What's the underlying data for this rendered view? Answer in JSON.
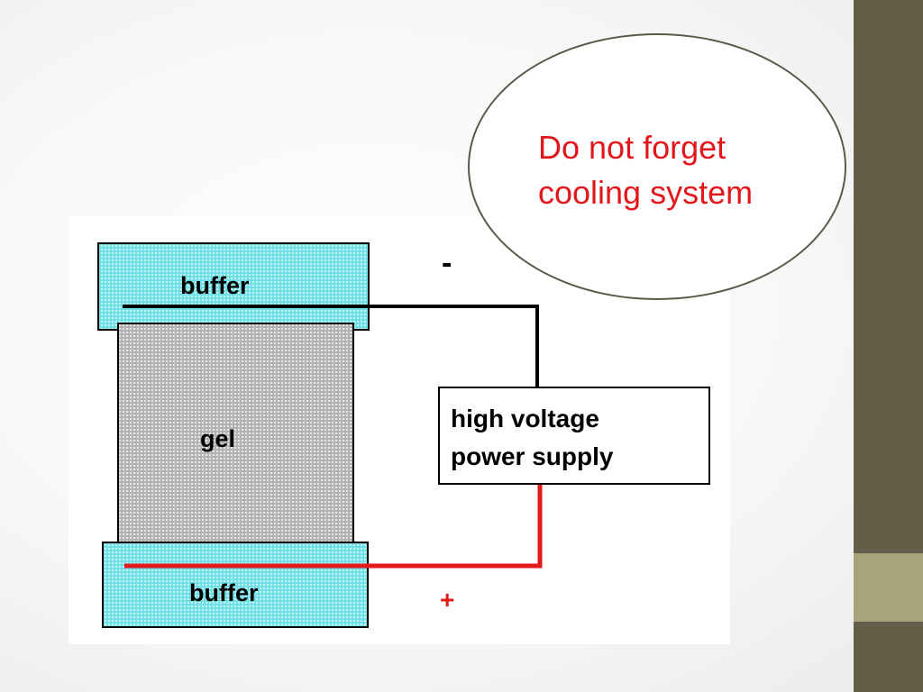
{
  "diagram": {
    "top_buffer_label": "buffer",
    "gel_label": "gel",
    "bottom_buffer_label": "buffer",
    "power_supply_line1": "high voltage",
    "power_supply_line2": "power supply",
    "negative_sign": "-",
    "positive_sign": "+"
  },
  "callout": {
    "line1": "Do not forget",
    "line2": "cooling system"
  },
  "colors": {
    "buffer": "#6fe0e8",
    "gel": "#c9c9c9",
    "negative_wire": "#000000",
    "positive_wire": "#e11a1a",
    "callout_text": "#e3171b",
    "sidebar": "#645e48",
    "sidebar_accent": "#a8a37d"
  }
}
